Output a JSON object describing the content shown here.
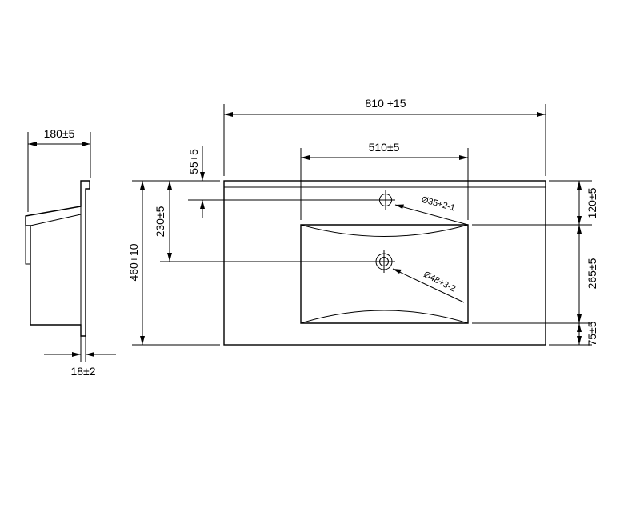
{
  "side_view": {
    "depth_label": "180±5",
    "thickness_label": "18±2"
  },
  "top_view": {
    "overall_width_label": "810 +15",
    "basin_width_label": "510±5",
    "tap_offset_label": "55+5",
    "drain_offset_label": "230±5",
    "overall_depth_label": "460+10",
    "front_margin_label": "120±5",
    "basin_depth_label": "265±5",
    "back_margin_label": "75±5",
    "tap_hole_label": "Ø35+2-1",
    "drain_hole_label": "Ø48+3-2"
  },
  "colors": {
    "line": "#000000",
    "background": "#ffffff"
  }
}
